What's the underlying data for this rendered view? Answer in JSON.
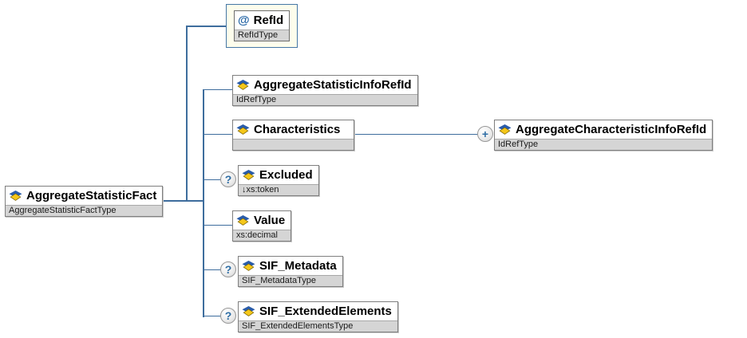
{
  "root": {
    "label": "AggregateStatisticFact",
    "type": "AggregateStatisticFactType"
  },
  "attribute": {
    "symbol": "@",
    "label": "RefId",
    "type": "RefIdType"
  },
  "children": [
    {
      "label": "AggregateStatisticInfoRefId",
      "type": "IdRefType",
      "optional": false
    },
    {
      "label": "Characteristics",
      "type": "",
      "optional": false
    },
    {
      "label": "Excluded",
      "type": "↓xs:token",
      "optional": true
    },
    {
      "label": "Value",
      "type": "xs:decimal",
      "optional": false
    },
    {
      "label": "SIF_Metadata",
      "type": "SIF_MetadataType",
      "optional": true
    },
    {
      "label": "SIF_ExtendedElements",
      "type": "SIF_ExtendedElementsType",
      "optional": true
    }
  ],
  "linked_child": {
    "label": "AggregateCharacteristicInfoRefId",
    "type": "IdRefType"
  },
  "badges": {
    "optional_symbol": "?",
    "repeat_symbol": "+"
  },
  "colors": {
    "connector": "#3e6d9d",
    "subtitle_bg": "#d5d5d5",
    "attr_container_bg": "#fdfdec",
    "attr_container_border": "#4577a5",
    "icon_blue": "#2a5caa",
    "icon_yellow": "#f5c71a",
    "badge_glyph_blue": "#2e6da4"
  }
}
